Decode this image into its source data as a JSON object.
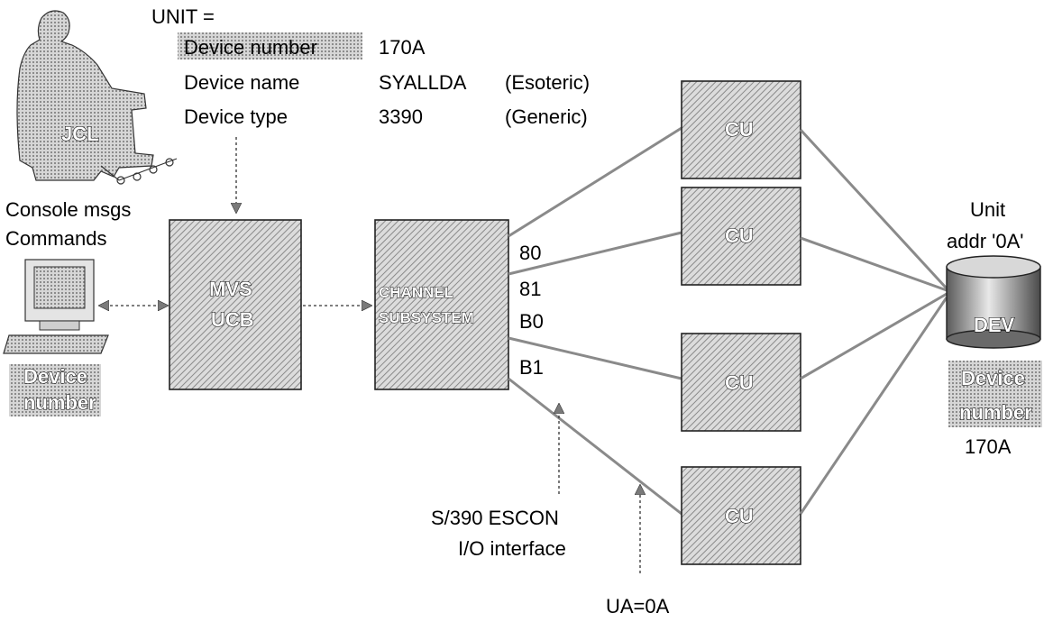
{
  "unit_spec": {
    "heading": "UNIT =",
    "rows": [
      {
        "label": "Device number",
        "value": "170A",
        "note": ""
      },
      {
        "label": "Device name",
        "value": "SYALLDA",
        "note": "(Esoteric)"
      },
      {
        "label": "Device type",
        "value": "3390",
        "note": "(Generic)"
      }
    ]
  },
  "jcl": {
    "label": "JCL"
  },
  "console": {
    "line1": "Console msgs",
    "line2": "Commands",
    "device_line1": "Device",
    "device_line2": "number"
  },
  "mvs_box": {
    "line1": "MVS",
    "line2": "UCB"
  },
  "channel_box": {
    "line1": "CHANNEL",
    "line2": "SUBSYSTEM"
  },
  "channel_paths": [
    "80",
    "81",
    "B0",
    "B1"
  ],
  "control_units": [
    "CU",
    "CU",
    "CU",
    "CU"
  ],
  "device": {
    "unit_line1": "Unit",
    "unit_line2": "addr '0A'",
    "label": "DEV",
    "number_line1": "Device",
    "number_line2": "number",
    "number_value": "170A"
  },
  "escon": {
    "line1": "S/390 ESCON",
    "line2": "I/O interface"
  },
  "ua": {
    "label": "UA=0A"
  },
  "colors": {
    "hatch": "#8a8a8a",
    "box_fill": "#dcdcdc",
    "highlight": "#bdbdbd"
  }
}
